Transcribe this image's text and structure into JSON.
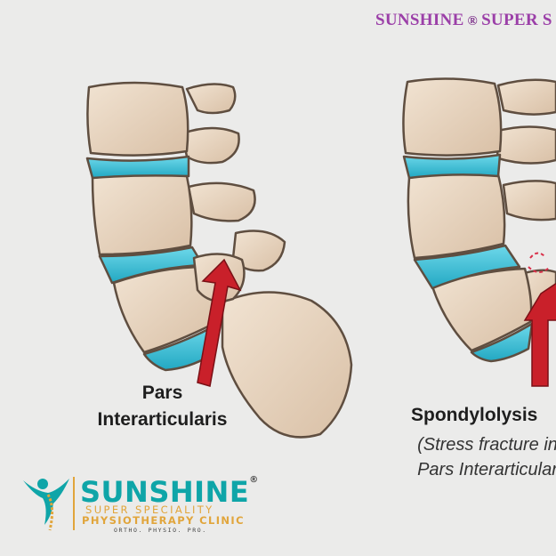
{
  "header": {
    "brand": "SUNSHINE",
    "registered": "®",
    "rest": "SUPER S"
  },
  "labels": {
    "left_line1": "Pars",
    "left_line2": "Interarticularis",
    "right_title": "Spondylolysis",
    "right_desc_line1": "(Stress fracture in",
    "right_desc_line2": "Pars Interarticular"
  },
  "logo": {
    "name": "SUNSHINE",
    "registered": "®",
    "line1": "SUPER SPECIALITY",
    "line2": "PHYSIOTHERAPY CLINIC",
    "line3": "ORTHO. PHYSIO. PRO."
  },
  "colors": {
    "bone": "#e9d8c3",
    "bone_outline": "#6b5a4a",
    "disc": "#35bfd6",
    "arrow": "#c9202a",
    "header": "#9b3fa8",
    "logo_teal": "#0fa5a8",
    "logo_gold": "#e1a53b"
  }
}
